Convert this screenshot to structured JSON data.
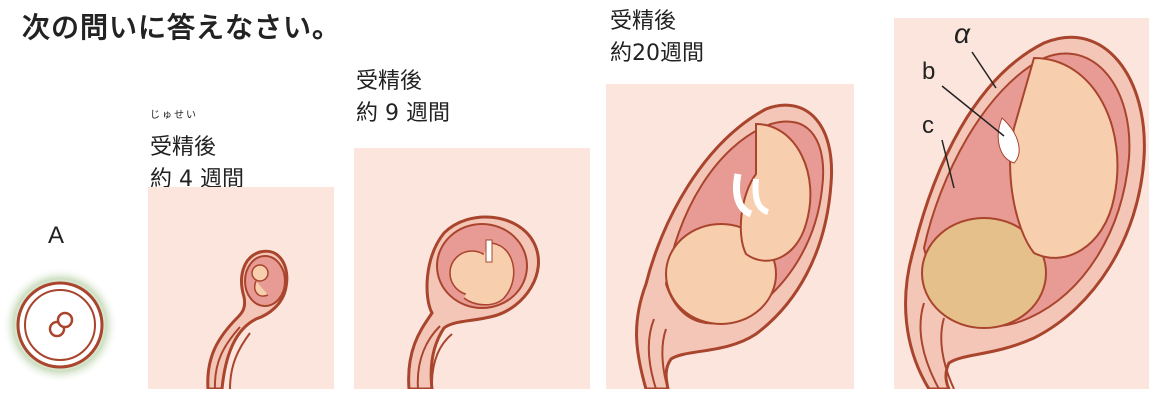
{
  "question": {
    "title": "次の問いに答えなさい。"
  },
  "stages": [
    {
      "ruby": "じゅせい",
      "label_line1": "受精後",
      "label_line2": "約 4 週間"
    },
    {
      "label_line1": "受精後",
      "label_line2": "約 9 週間"
    },
    {
      "label_line1": "受精後",
      "label_line2": "約20週間"
    }
  ],
  "labels": {
    "A": "A",
    "alpha": "α",
    "b": "b",
    "c": "c"
  },
  "colors": {
    "panel_bg": "#fbe5dc",
    "uterus_wall": "#a9442d",
    "uterus_fill": "#f4c6b8",
    "amniotic": "#e89b94",
    "fetus": "#f7cfae",
    "egg_glow": "#c9dcc0"
  }
}
